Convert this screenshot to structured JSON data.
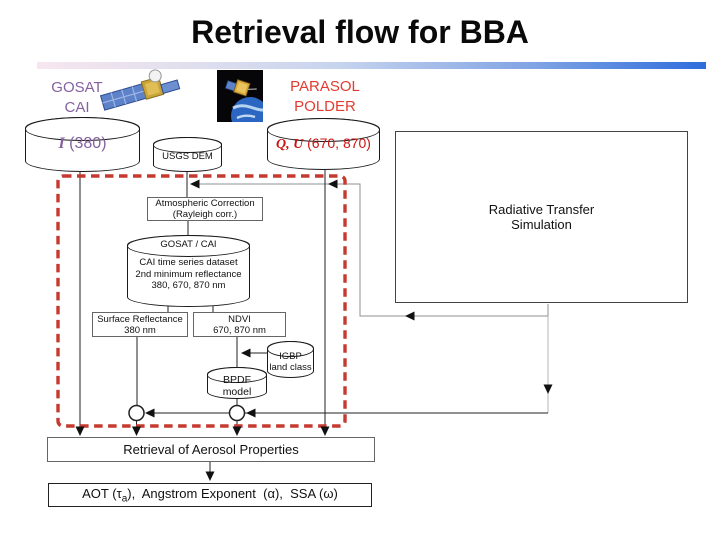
{
  "title": "Retrieval flow for BBA",
  "satellites": {
    "gosat": {
      "label_line1": "GOSAT",
      "label_line2": "CAI"
    },
    "parasol": {
      "label_line1": "PARASOL",
      "label_line2": "POLDER"
    }
  },
  "inputs": {
    "gosat_product": {
      "variable": "I",
      "detail": " (380)"
    },
    "usgs_dem": "USGS DEM",
    "parasol_product": {
      "variable": "Q, U",
      "detail": " (670, 870)"
    }
  },
  "process": {
    "atmos_correction": {
      "line1": "Atmospheric Correction",
      "line2": "(Rayleigh corr.)"
    },
    "cai_dataset": {
      "header": "GOSAT / CAI",
      "line1": "CAI time series dataset",
      "line2": "2nd minimum reflectance",
      "line3": "380, 670, 870 nm"
    },
    "surface_reflectance": {
      "line1": "Surface Reflectance",
      "line2": "380 nm"
    },
    "ndvi": {
      "line1": "NDVI",
      "line2": "670, 870 nm"
    },
    "igbp": {
      "line1": "IGBP",
      "line2": "land class"
    },
    "bpdf": {
      "line1": "BPDF",
      "line2": "model"
    },
    "rt_simulation": {
      "line1": "Radiative Transfer",
      "line2": "Simulation"
    }
  },
  "outputs": {
    "retrieval": "Retrieval of Aerosol Properties",
    "products_pre": "AOT (τ",
    "products_sub": "a",
    "products_post": "),  Angstrom Exponent  (α),  SSA (ω)"
  },
  "colors": {
    "gosat_purple": "#84619f",
    "parasol_red": "#e03c30",
    "qu_red": "#cc1515",
    "dashed_border_red": "#c5392f",
    "rule_gradient_blue": "#2e6ddc"
  }
}
